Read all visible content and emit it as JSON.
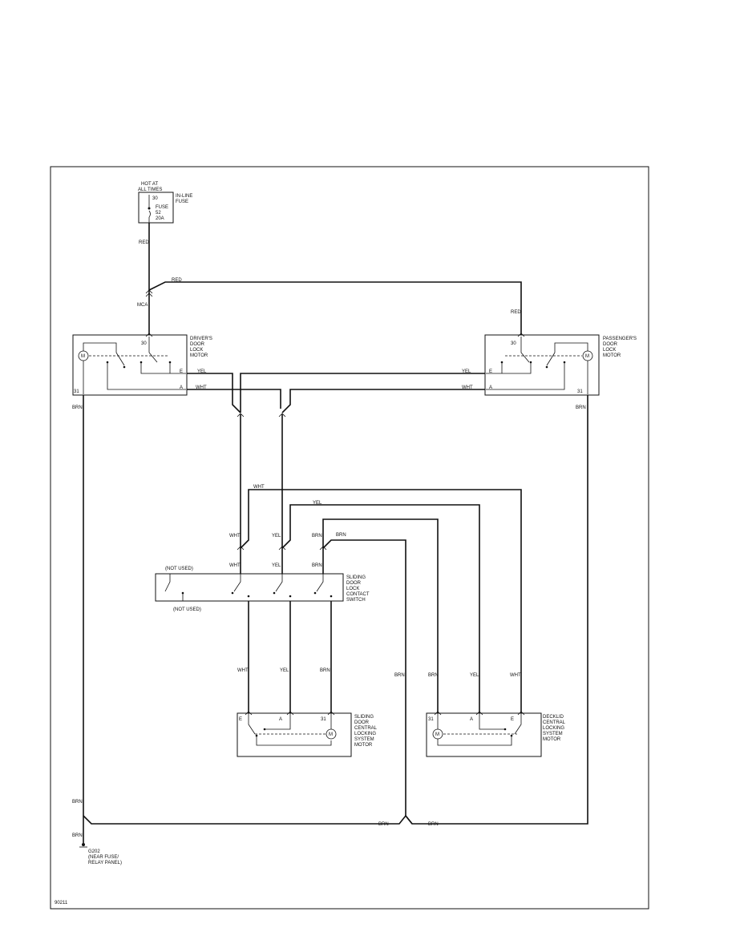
{
  "fuse": {
    "hot_l1": "HOT AT",
    "hot_l2": "ALL TIMES",
    "term": "30",
    "l1": "FUSE",
    "l2": "52",
    "l3": "20A",
    "inline_l1": "IN-LINE",
    "inline_l2": "FUSE"
  },
  "connector_label": "MCA",
  "wire_colors": {
    "red": "RED",
    "yel": "YEL",
    "wht": "WHT",
    "brn": "BRN"
  },
  "terminals": {
    "t30": "30",
    "t31": "31",
    "e": "E",
    "a": "A"
  },
  "drivers_motor": {
    "l1": "DRIVER'S",
    "l2": "DOOR",
    "l3": "LOCK",
    "l4": "MOTOR"
  },
  "passengers_motor": {
    "l1": "PASSENGER'S",
    "l2": "DOOR",
    "l3": "LOCK",
    "l4": "MOTOR"
  },
  "contact_switch": {
    "l1": "SLIDING",
    "l2": "DOOR",
    "l3": "LOCK",
    "l4": "CONTACT",
    "l5": "SWITCH"
  },
  "not_used": "(NOT USED)",
  "sliding_motor": {
    "l1": "SLIDING",
    "l2": "DOOR",
    "l3": "CENTRAL",
    "l4": "LOCKING",
    "l5": "SYSTEM",
    "l6": "MOTOR"
  },
  "decklid_motor": {
    "l1": "DECKLID",
    "l2": "CENTRAL",
    "l3": "LOCKING",
    "l4": "SYSTEM",
    "l5": "MOTOR"
  },
  "motor_symbol": "M",
  "ground": {
    "name": "G202",
    "l1": "(NEAR FUSE/",
    "l2": "RELAY PANEL)"
  },
  "figure_id": "90211"
}
